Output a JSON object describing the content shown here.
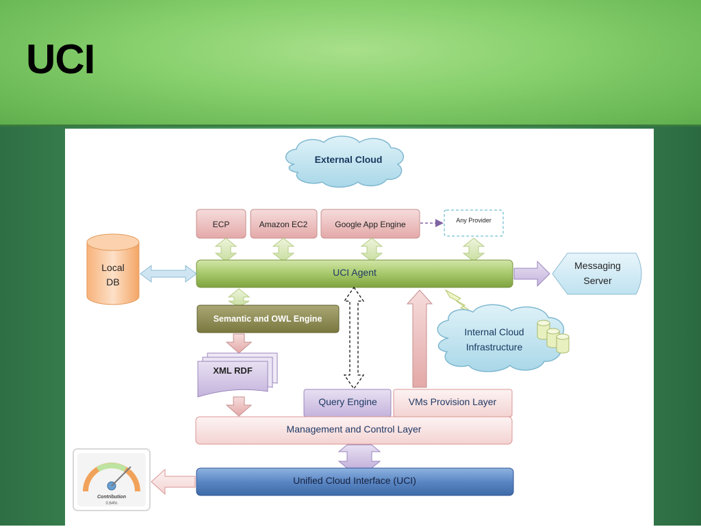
{
  "slide": {
    "title": "UCI"
  },
  "diagram": {
    "external_cloud": "External Cloud",
    "providers": {
      "ecp": "ECP",
      "amazon": "Amazon EC2",
      "google": "Google App Engine",
      "any": "Any Provider"
    },
    "uci_agent": "UCI Agent",
    "local_db": {
      "line1": "Local",
      "line2": "DB"
    },
    "messaging_server": {
      "line1": "Messaging",
      "line2": "Server"
    },
    "semantic_engine": "Semantic and OWL Engine",
    "xml_rdf": "XML RDF",
    "internal_cloud": {
      "line1": "Internal Cloud",
      "line2": "Infrastructure"
    },
    "query_engine": "Query Engine",
    "vms_layer": "VMs Provision Layer",
    "management_layer": "Management and Control Layer",
    "uci_layer": "Unified Cloud Interface (UCI)",
    "gauge": {
      "label": "Contribution",
      "value": "0.64%"
    }
  },
  "colors": {
    "agent_green": "#9bbb59",
    "semantic_olive": "#8b8a4e",
    "uci_blue": "#4f81bd",
    "provider_pink": "#e6b9b8"
  }
}
